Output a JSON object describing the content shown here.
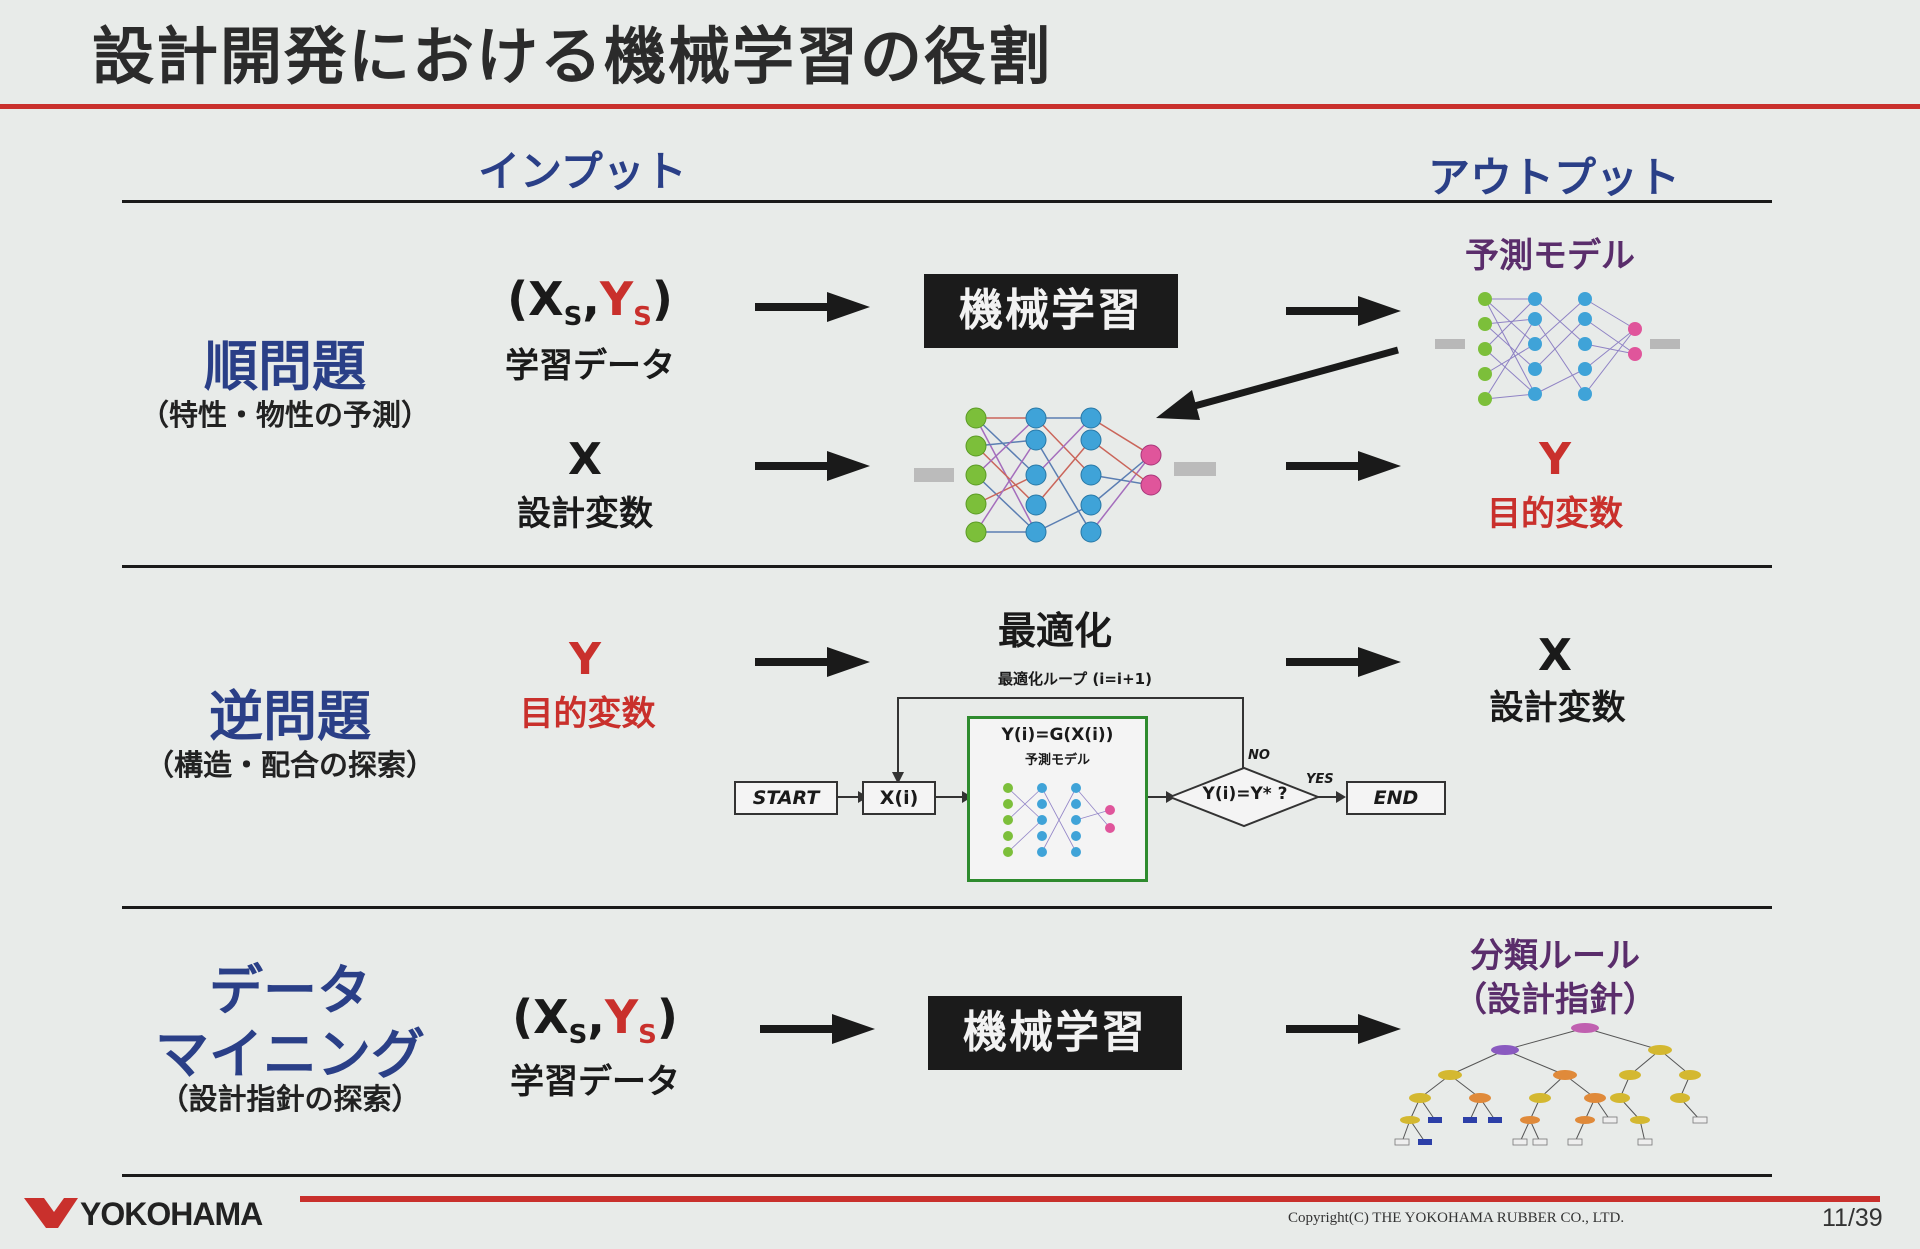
{
  "title": "設計開発における機械学習の役割",
  "columns": {
    "input": "インプット",
    "output": "アウトプット"
  },
  "forward": {
    "title": "順問題",
    "subtitle": "（特性・物性の予測）",
    "input1_x": "(X",
    "input1_xs": "S",
    "input1_comma": ",",
    "input1_y": "Y",
    "input1_ys": "S",
    "input1_close": ")",
    "input1_label": "学習データ",
    "process_label": "機械学習",
    "output1_label": "予測モデル",
    "input2_symbol": "X",
    "input2_label": "設計変数",
    "output2_symbol": "Y",
    "output2_label": "目的変数"
  },
  "inverse": {
    "title": "逆問題",
    "subtitle": "（構造・配合の探索）",
    "input_symbol": "Y",
    "input_label": "目的変数",
    "process_label": "最適化",
    "output_symbol": "X",
    "output_label": "設計変数",
    "flow": {
      "loop_label": "最適化ループ (i=i+1)",
      "start": "START",
      "xi": "X(i)",
      "model_eq": "Y(i)=G(X(i))",
      "model_label": "予測モデル",
      "decision": "Y(i)=Y* ?",
      "no_label": "NO",
      "yes_label": "YES",
      "end": "END"
    }
  },
  "mining": {
    "title_line1": "データ",
    "title_line2": "マイニング",
    "subtitle": "（設計指針の探索）",
    "input_x": "(X",
    "input_xs": "S",
    "input_comma": ",",
    "input_y": "Y",
    "input_ys": "S",
    "input_close": ")",
    "input_label": "学習データ",
    "process_label": "機械学習",
    "output_line1": "分類ルール",
    "output_line2": "（設計指針）"
  },
  "footer": {
    "logo": "YOKOHAMA",
    "copyright": "Copyright(C) THE YOKOHAMA RUBBER CO., LTD.",
    "page": "11/39"
  },
  "colors": {
    "title_rule": "#c9302c",
    "heading_blue": "#2a3f87",
    "emphasis_red": "#c9302c",
    "node_green": "#7cbf3a",
    "node_blue": "#3fa3d8",
    "node_pink": "#e0559b"
  }
}
